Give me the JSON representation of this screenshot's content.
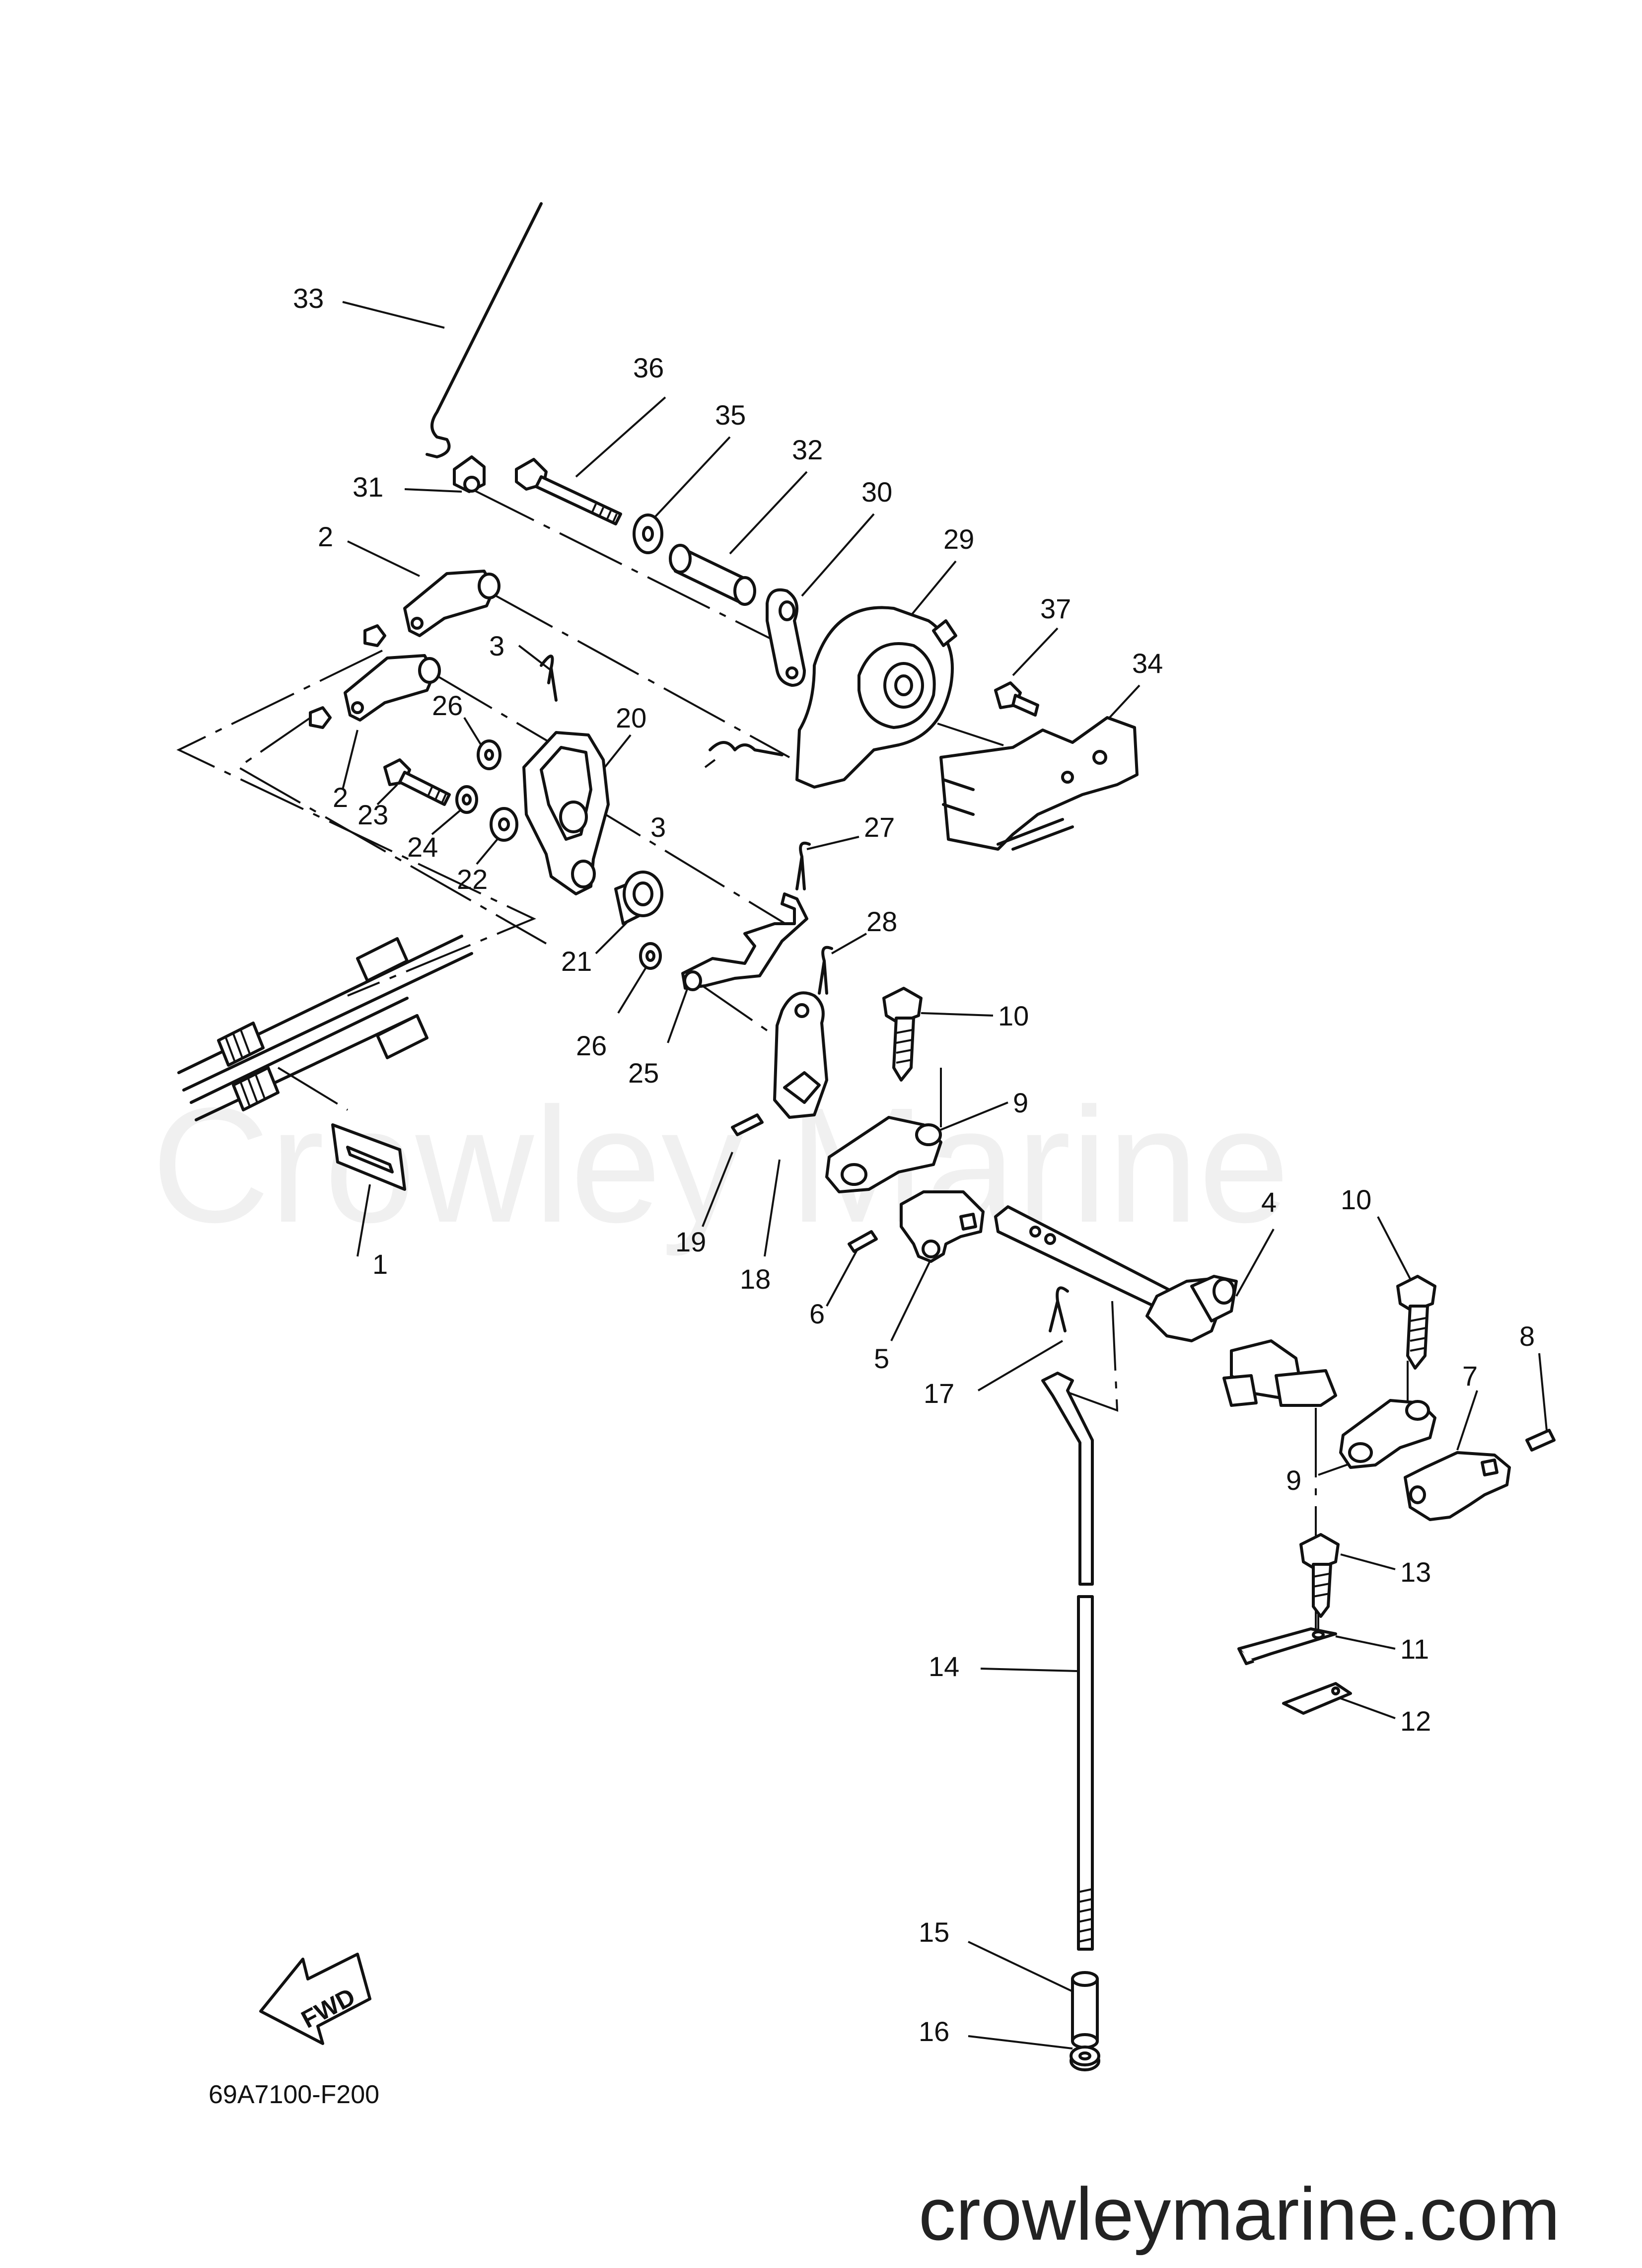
{
  "diagram": {
    "part_numbers": [
      "1",
      "2",
      "2",
      "3",
      "3",
      "4",
      "5",
      "6",
      "7",
      "8",
      "9",
      "9",
      "10",
      "10",
      "11",
      "12",
      "13",
      "14",
      "15",
      "16",
      "17",
      "18",
      "19",
      "20",
      "21",
      "22",
      "23",
      "24",
      "25",
      "26",
      "26",
      "27",
      "28",
      "29",
      "30",
      "31",
      "32",
      "33",
      "34",
      "35",
      "36",
      "37"
    ],
    "direction_badge": "FWD",
    "figure_code": "69A7100-F200",
    "watermark": "Crowley Marine",
    "website": "crowleymarine.com"
  }
}
